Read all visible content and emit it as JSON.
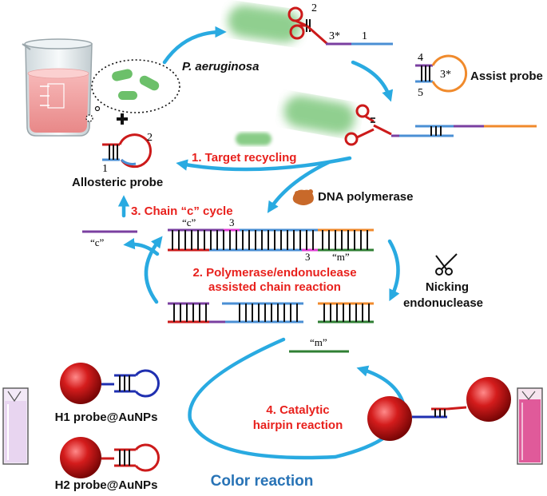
{
  "labels": {
    "bacteria": "P. aeruginosa",
    "assist_probe": "Assist probe",
    "allosteric_probe": "Allosteric probe",
    "dna_polymerase": "DNA polymerase",
    "nicking_line1": "Nicking",
    "nicking_line2": "endonuclease",
    "h1_probe": "H1 probe@AuNPs",
    "h2_probe": "H2 probe@AuNPs",
    "color_reaction": "Color reaction"
  },
  "steps": {
    "s1": "1. Target recycling",
    "s2_line1": "2. Polymerase/endonuclease",
    "s2_line2": "assisted chain reaction",
    "s3": "3. Chain “c” cycle",
    "s4_line1": "4. Catalytic",
    "s4_line2": "hairpin reaction"
  },
  "segments": {
    "top_2": "2",
    "top_3star": "3*",
    "top_1": "1",
    "assist_4": "4",
    "assist_3star": "3*",
    "assist_5": "5",
    "allo_2": "2",
    "allo_1": "1",
    "c_top": "“c”",
    "three_top": "3",
    "three_bottom": "3",
    "m_top": "“m”",
    "c_left": "“c”",
    "m_lower": "“m”"
  },
  "colors": {
    "arrow": "#29aae1",
    "step_text": "#e8211d",
    "color_reaction_text": "#2873b6",
    "dna_blue": "#4a8fd4",
    "dna_red": "#cc1a1a",
    "dna_orange": "#f08a2c",
    "dna_purple": "#7a3fa0",
    "dna_green": "#2f7f33",
    "dna_magenta": "#e23fd6",
    "bacteria_green": "#6cc06a",
    "gold_red": "#c81818",
    "pink_solution": "#e05a9a"
  }
}
